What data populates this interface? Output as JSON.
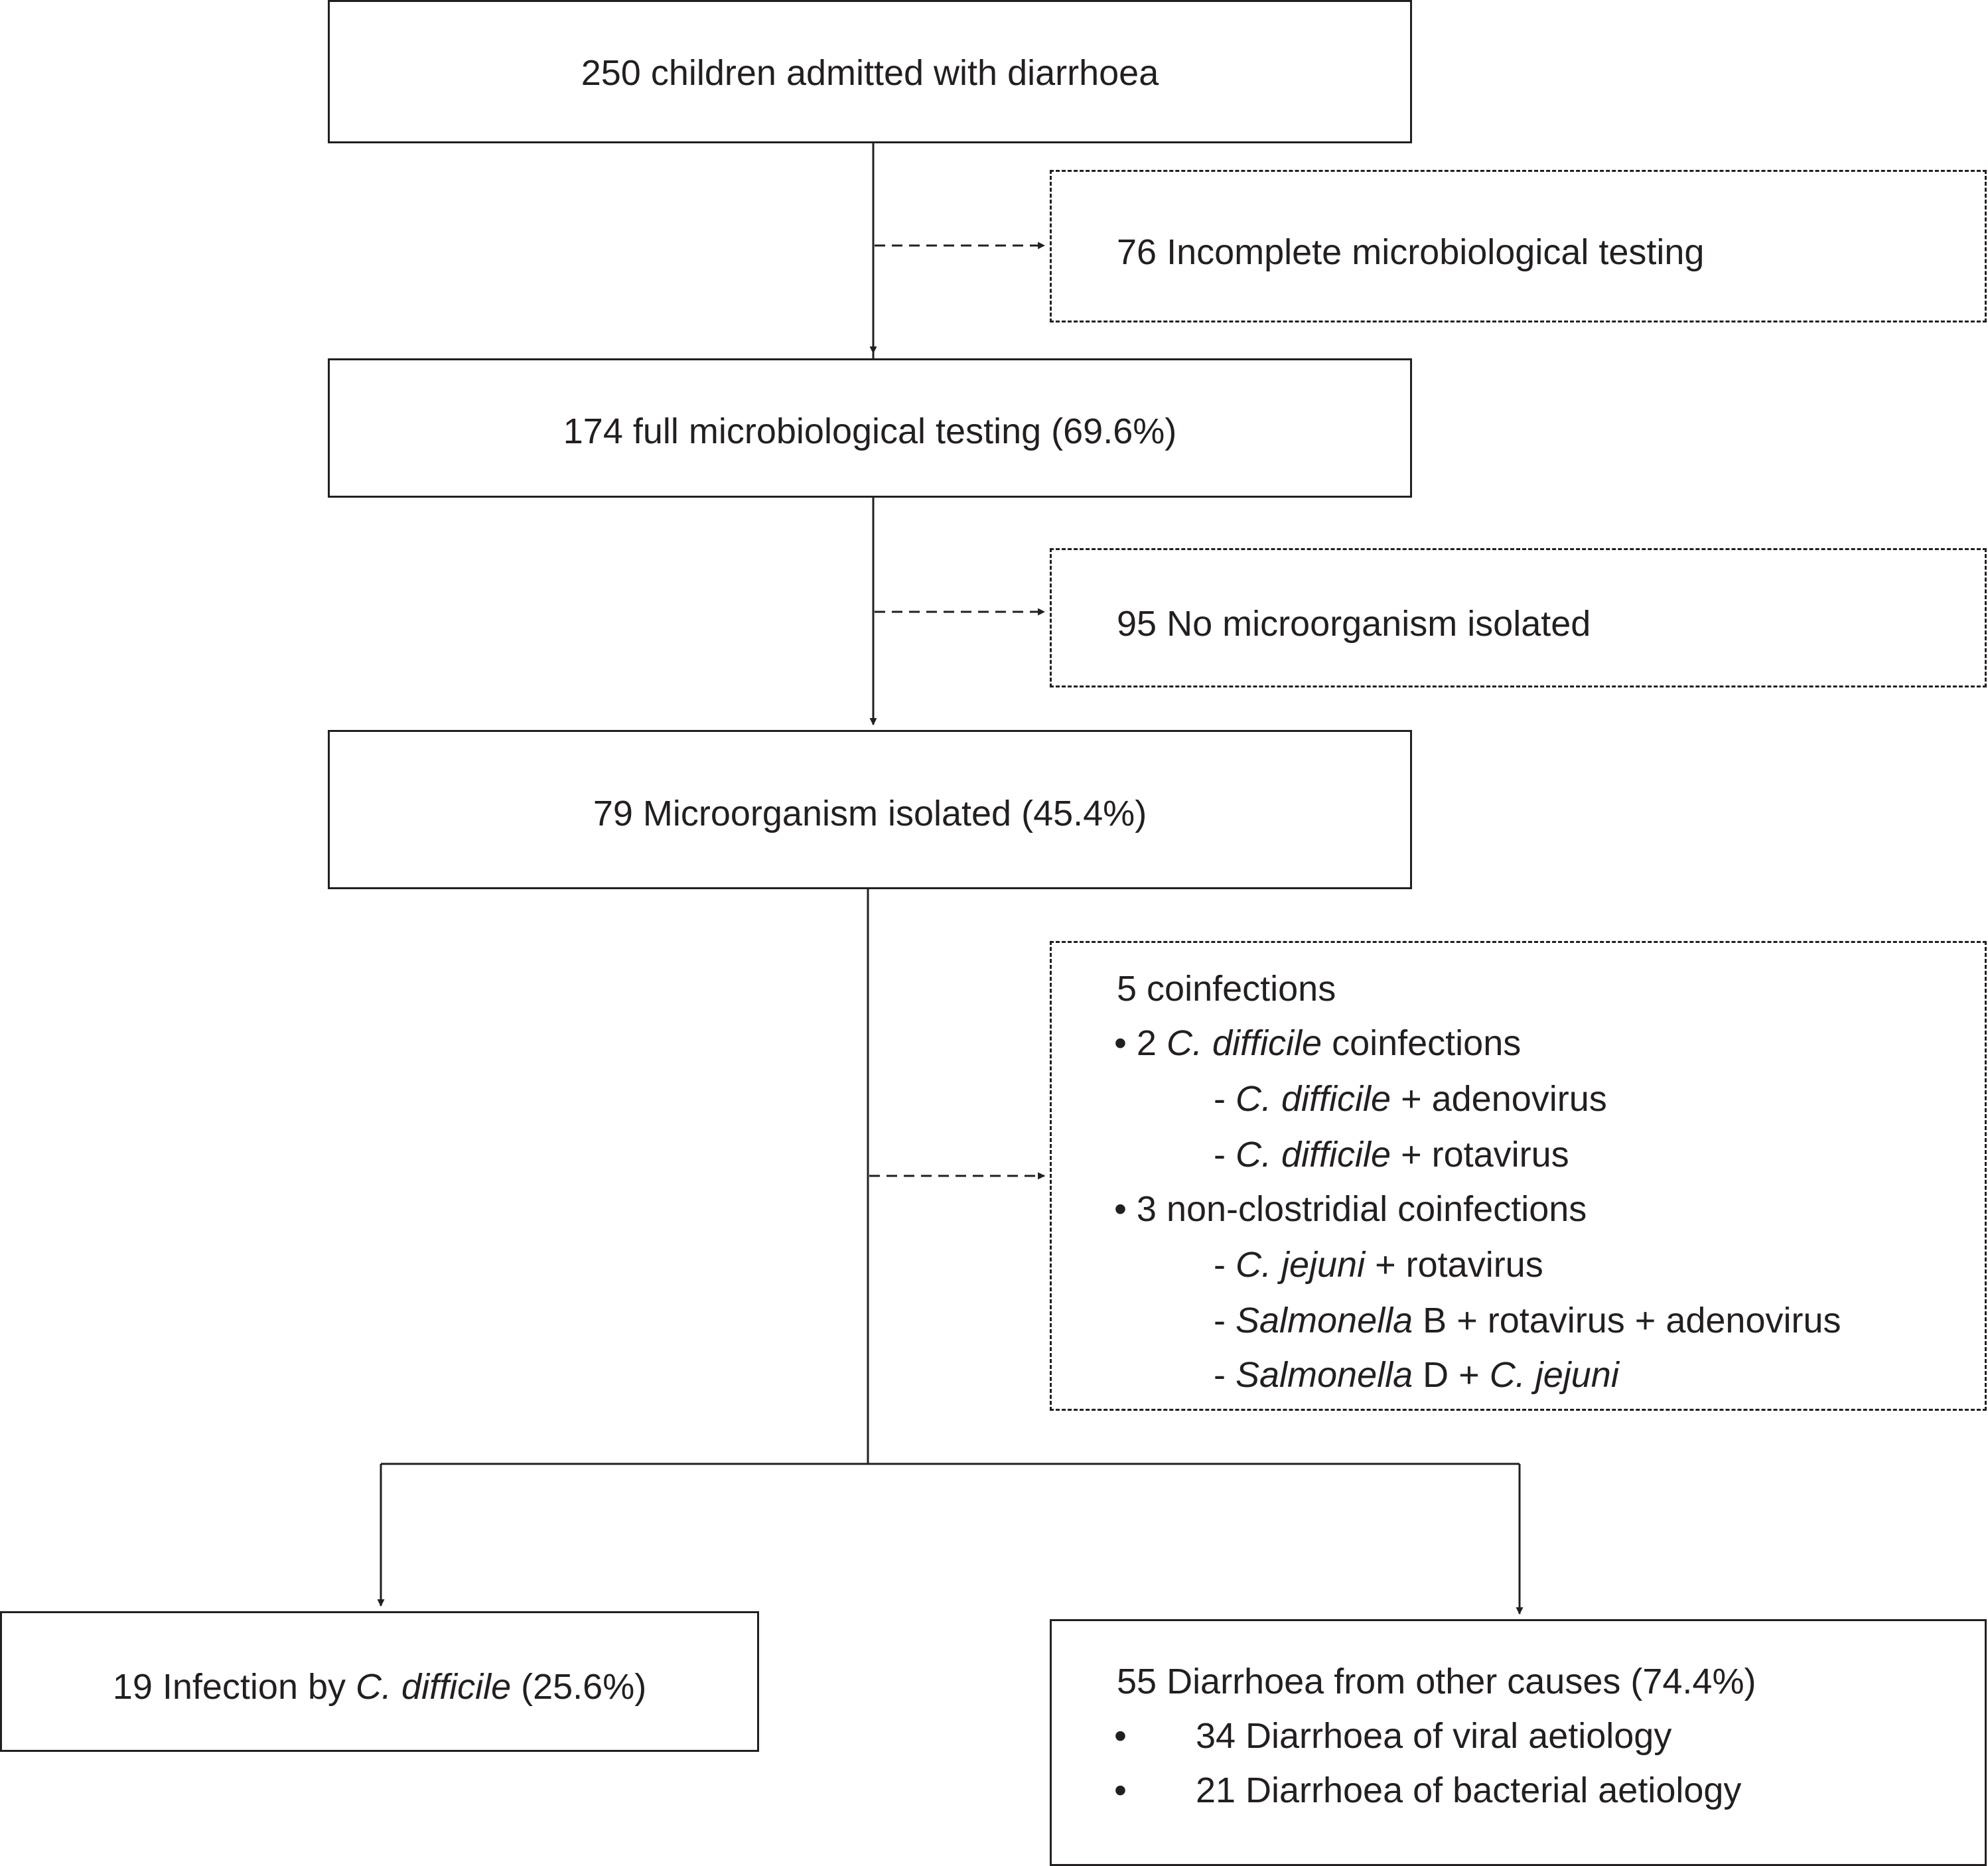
{
  "flowchart": {
    "admitted": "250 children admitted with diarrhoea",
    "incomplete": "76 Incomplete microbiological testing",
    "full_testing": "174 full microbiological testing (69.6%)",
    "no_organism": "95 No microorganism isolated",
    "isolated": "79 Microorganism isolated (45.4%)",
    "coinfections": {
      "title": "5 coinfections",
      "bullet": "•",
      "dash": "-",
      "cd_group": {
        "count": "2",
        "organism": "C. difficile",
        "suffix": "coinfections"
      },
      "cd_items": [
        {
          "organism": "C. difficile",
          "rest": "+ adenovirus"
        },
        {
          "organism": "C. difficile",
          "rest": "+ rotavirus"
        }
      ],
      "non_cd_group": "3 non-clostridial coinfections",
      "non_cd_items": [
        {
          "organism": "C. jejuni",
          "rest": "+ rotavirus",
          "organism2": ""
        },
        {
          "organism": "Salmonella",
          "rest": "B + rotavirus + adenovirus",
          "organism2": ""
        },
        {
          "organism": "Salmonella",
          "rest": "D +",
          "organism2": "C. jejuni"
        }
      ]
    },
    "cdiff": {
      "prefix": "19 Infection by",
      "organism": "C. difficile",
      "suffix": "(25.6%)"
    },
    "other": {
      "title": "55 Diarrhoea from other causes (74.4%)",
      "items": [
        "34 Diarrhoea of viral aetiology",
        "21 Diarrhoea of bacterial aetiology"
      ]
    }
  }
}
